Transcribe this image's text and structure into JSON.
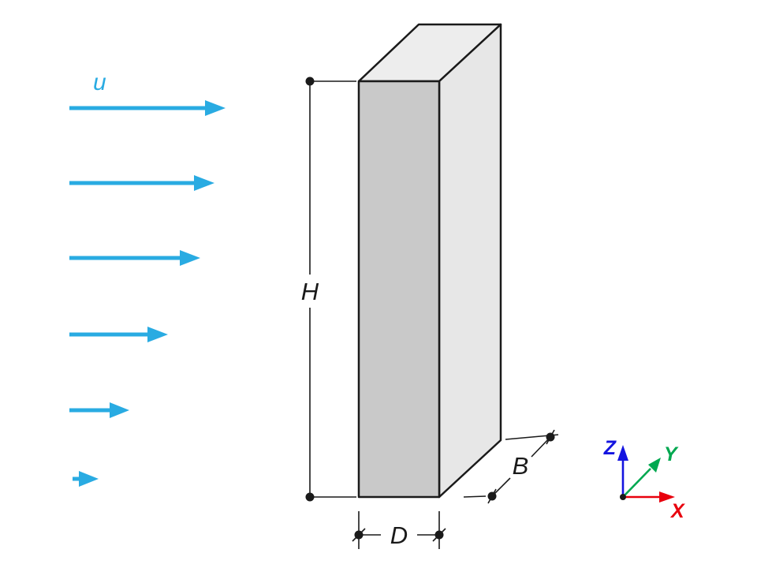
{
  "diagram": {
    "flow_label": "u",
    "dimensions": {
      "height_label": "H",
      "depth_label": "D",
      "width_label": "B"
    },
    "axes": {
      "x_label": "X",
      "y_label": "Y",
      "z_label": "Z"
    },
    "colors": {
      "flow_arrow": "#29ABE2",
      "box_front_face": "#C9C9C9",
      "box_top_face": "#EDEDED",
      "box_side_face": "#E7E7E7",
      "outline": "#1A1A1A",
      "axis_x": "#E8000D",
      "axis_y": "#00A850",
      "axis_z": "#1414E0"
    }
  }
}
